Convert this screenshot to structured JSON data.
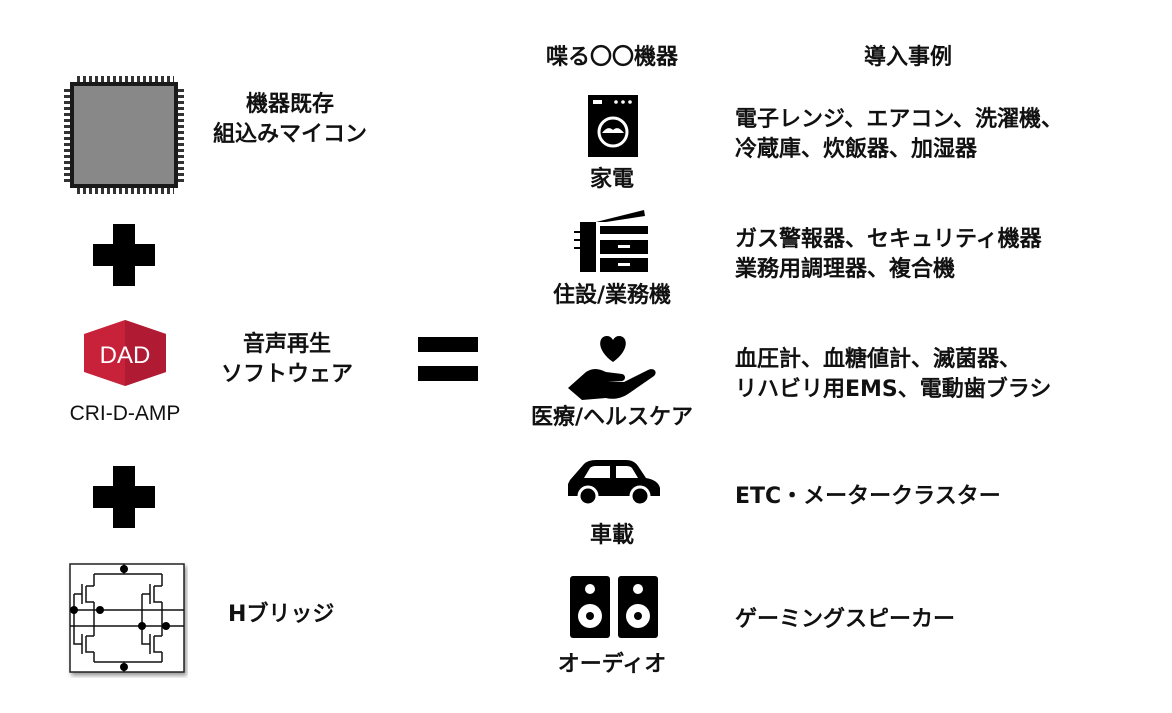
{
  "headers": {
    "devices": "喋る〇〇機器",
    "cases": "導入事例"
  },
  "left": {
    "mcu": [
      "機器既存",
      "組込みマイコン"
    ],
    "software": [
      "音声再生",
      "ソフトウェア"
    ],
    "logo": {
      "badge": "DAD",
      "name": "CRI-D-AMP",
      "brand_color": "#c8213a"
    },
    "hbridge": "Hブリッジ"
  },
  "categories": [
    {
      "label": "家電",
      "icon": "washing-machine-icon",
      "cases": [
        "電子レンジ、エアコン、洗濯機、",
        "冷蔵庫、炊飯器、加湿器"
      ]
    },
    {
      "label": "住設/業務機",
      "icon": "copier-icon",
      "cases": [
        "ガス警報器、セキュリティ機器",
        "業務用調理器、複合機"
      ]
    },
    {
      "label": "医療/ヘルスケア",
      "icon": "hand-heart-icon",
      "cases": [
        "血圧計、血糖値計、滅菌器、",
        "リハビリ用EMS、電動歯ブラシ"
      ]
    },
    {
      "label": "車載",
      "icon": "car-icon",
      "cases": [
        "ETC・メータークラスター"
      ]
    },
    {
      "label": "オーディオ",
      "icon": "speaker-icon",
      "cases": [
        "ゲーミングスピーカー"
      ]
    }
  ]
}
